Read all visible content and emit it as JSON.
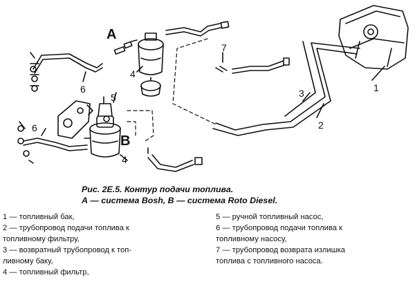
{
  "figure": {
    "title_line1": "Рис. 2Е.5. Контур подачи топлива.",
    "title_line2": "А — система Bosh, В — система Roto Diesel."
  },
  "labels": {
    "system_a": "A",
    "system_b": "B",
    "n1": "1",
    "n2": "2",
    "n3": "3",
    "n4_top": "4",
    "n4_bottom": "4",
    "n5": "5",
    "n6_top": "6",
    "n6_bottom": "6",
    "n7": "7"
  },
  "legend_left": [
    "1 — топливный бак,",
    "2 — трубопровод подачи топлива к",
    "топливному фильтру,",
    "3 — возвратный трубопровод к топ-",
    "ливному баку,",
    "4 — топливный фильтр,"
  ],
  "legend_right": [
    "5 — ручной топливный насос,",
    "6 — трубопровод подачи топлива к",
    "топливному насосу,",
    "7 — трубопровод возврата излишка",
    "топлива с топливного насоса."
  ]
}
